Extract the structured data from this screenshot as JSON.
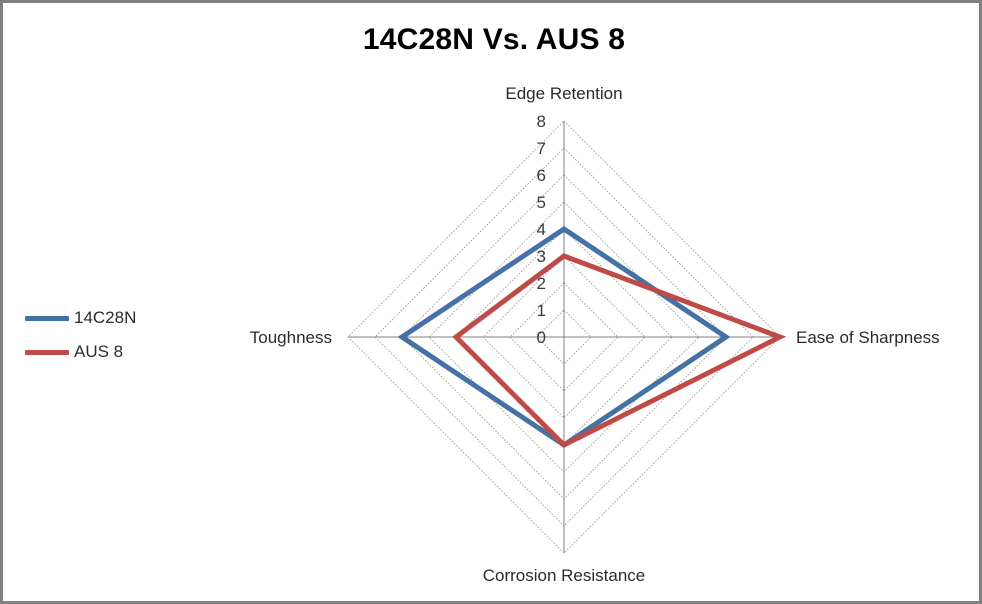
{
  "chart_data": {
    "type": "radar",
    "title": "14C28N Vs. AUS 8",
    "categories": [
      "Edge Retention",
      "Ease of Sharpness",
      "Corrosion Resistance",
      "Toughness"
    ],
    "series": [
      {
        "name": "14C28N",
        "color": "#4472A4",
        "values": [
          4,
          6,
          4,
          6
        ]
      },
      {
        "name": "AUS 8",
        "color": "#BE4B48",
        "values": [
          3,
          8,
          4,
          4
        ]
      }
    ],
    "radial_ticks": [
      "0",
      "1",
      "2",
      "3",
      "4",
      "5",
      "6",
      "7",
      "8"
    ],
    "rlim": [
      0,
      8
    ],
    "grid": true,
    "legend_position": "left",
    "xlabel": "",
    "ylabel": ""
  },
  "legend": {
    "items": [
      {
        "label": "14C28N"
      },
      {
        "label": "AUS 8"
      }
    ]
  },
  "axes": {
    "top_label": "Edge Retention",
    "right_label": "Ease of Sharpness",
    "bottom_label": "Corrosion Resistance",
    "left_label": "Toughness"
  },
  "colors": {
    "series_blue": "#4472A4",
    "series_red": "#BE4B48",
    "grid": "#A6A6A6",
    "spoke": "#808080",
    "border": "#808080",
    "background": "#FFFFFF"
  }
}
